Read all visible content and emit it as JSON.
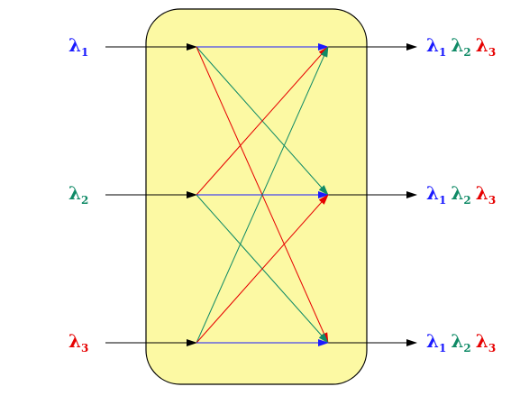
{
  "colors": {
    "lambda_1": "#1a1aff",
    "lambda_2": "#0f8a66",
    "lambda_3": "#e60000",
    "box_fill": "#fcf9a3",
    "box_stroke": "#000000"
  },
  "inputs": [
    {
      "symbol": "λ",
      "index": "1",
      "color_key": "lambda_1"
    },
    {
      "symbol": "λ",
      "index": "2",
      "color_key": "lambda_2"
    },
    {
      "symbol": "λ",
      "index": "3",
      "color_key": "lambda_3"
    }
  ],
  "outputs": [
    [
      {
        "symbol": "λ",
        "index": "1"
      },
      {
        "symbol": "λ",
        "index": "2"
      },
      {
        "symbol": "λ",
        "index": "3"
      }
    ],
    [
      {
        "symbol": "λ",
        "index": "1"
      },
      {
        "symbol": "λ",
        "index": "2"
      },
      {
        "symbol": "λ",
        "index": "3"
      }
    ],
    [
      {
        "symbol": "λ",
        "index": "1"
      },
      {
        "symbol": "λ",
        "index": "2"
      },
      {
        "symbol": "λ",
        "index": "3"
      }
    ]
  ],
  "connections": [
    {
      "from": 1,
      "to": 1,
      "wavelength": "lambda_1"
    },
    {
      "from": 1,
      "to": 2,
      "wavelength": "lambda_2"
    },
    {
      "from": 1,
      "to": 3,
      "wavelength": "lambda_3"
    },
    {
      "from": 2,
      "to": 1,
      "wavelength": "lambda_3"
    },
    {
      "from": 2,
      "to": 2,
      "wavelength": "lambda_1"
    },
    {
      "from": 2,
      "to": 3,
      "wavelength": "lambda_2"
    },
    {
      "from": 3,
      "to": 1,
      "wavelength": "lambda_2"
    },
    {
      "from": 3,
      "to": 2,
      "wavelength": "lambda_3"
    },
    {
      "from": 3,
      "to": 3,
      "wavelength": "lambda_1"
    }
  ]
}
